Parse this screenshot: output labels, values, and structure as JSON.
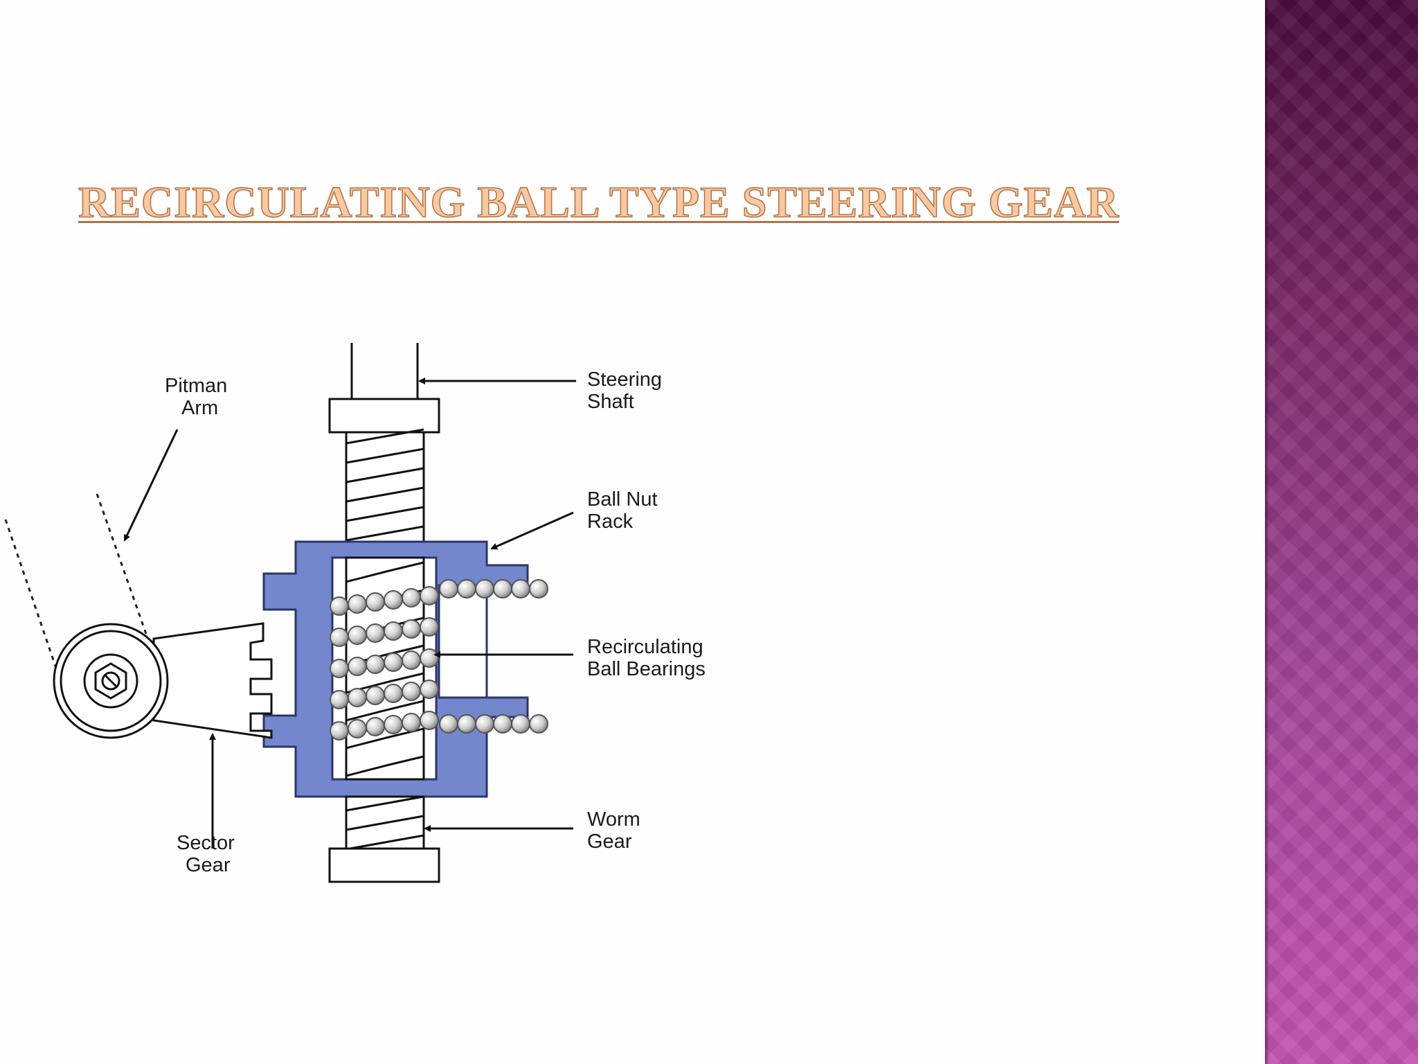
{
  "slide": {
    "title": "RECIRCULATING BALL TYPE STEERING GEAR"
  },
  "diagram": {
    "labels": {
      "pitman_arm": [
        "Pitman",
        "Arm"
      ],
      "steering_shaft": [
        "Steering",
        "Shaft"
      ],
      "ball_nut_rack": [
        "Ball Nut",
        "Rack"
      ],
      "recirculating_ball_bearings": [
        "Recirculating",
        "Ball Bearings"
      ],
      "worm_gear": [
        "Worm",
        "Gear"
      ],
      "sector_gear": [
        "Sector",
        "Gear"
      ]
    }
  },
  "colors": {
    "housing_blue": "#7487cc",
    "band_top": "#4a0d3c",
    "band_bottom": "#c254b0",
    "title_fill": "#f6c9a3",
    "title_outline": "#b5703d"
  }
}
